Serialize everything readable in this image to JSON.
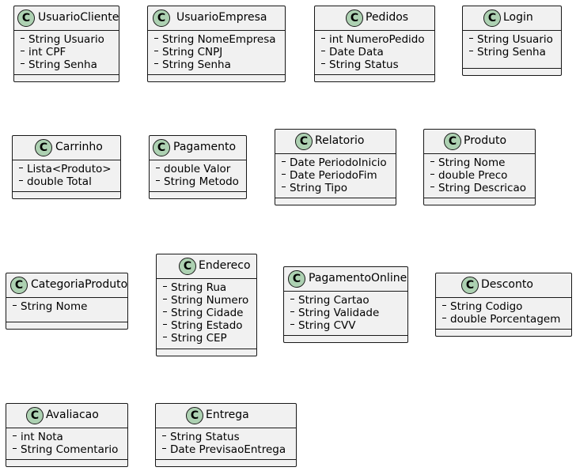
{
  "icon_letter": "C",
  "colors": {
    "class_fill": "#f1f1f1",
    "class_border": "#181818",
    "icon_fill": "#add1b2"
  },
  "classes": [
    {
      "name": "UsuarioCliente",
      "attributes": [
        "String Usuario",
        "int CPF",
        "String Senha"
      ]
    },
    {
      "name": "UsuarioEmpresa",
      "attributes": [
        "String NomeEmpresa",
        "String CNPJ",
        "String Senha"
      ]
    },
    {
      "name": "Pedidos",
      "attributes": [
        "int NumeroPedido",
        "Date Data",
        "String Status"
      ]
    },
    {
      "name": "Login",
      "attributes": [
        "String Usuario",
        "String Senha"
      ]
    },
    {
      "name": "Carrinho",
      "attributes": [
        "Lista<Produto>",
        "double Total"
      ]
    },
    {
      "name": "Pagamento",
      "attributes": [
        "double Valor",
        "String Metodo"
      ]
    },
    {
      "name": "Relatorio",
      "attributes": [
        "Date PeriodoInicio",
        "Date PeriodoFim",
        "String Tipo"
      ]
    },
    {
      "name": "Produto",
      "attributes": [
        "String Nome",
        "double Preco",
        "String Descricao"
      ]
    },
    {
      "name": "CategoriaProduto",
      "attributes": [
        "String Nome"
      ]
    },
    {
      "name": "Endereco",
      "attributes": [
        "String Rua",
        "String Numero",
        "String Cidade",
        "String Estado",
        "String CEP"
      ]
    },
    {
      "name": "PagamentoOnline",
      "attributes": [
        "String Cartao",
        "String Validade",
        "String CVV"
      ]
    },
    {
      "name": "Desconto",
      "attributes": [
        "String Codigo",
        "double Porcentagem"
      ]
    },
    {
      "name": "Avaliacao",
      "attributes": [
        "int Nota",
        "String Comentario"
      ]
    },
    {
      "name": "Entrega",
      "attributes": [
        "String Status",
        "Date PrevisaoEntrega"
      ]
    }
  ]
}
